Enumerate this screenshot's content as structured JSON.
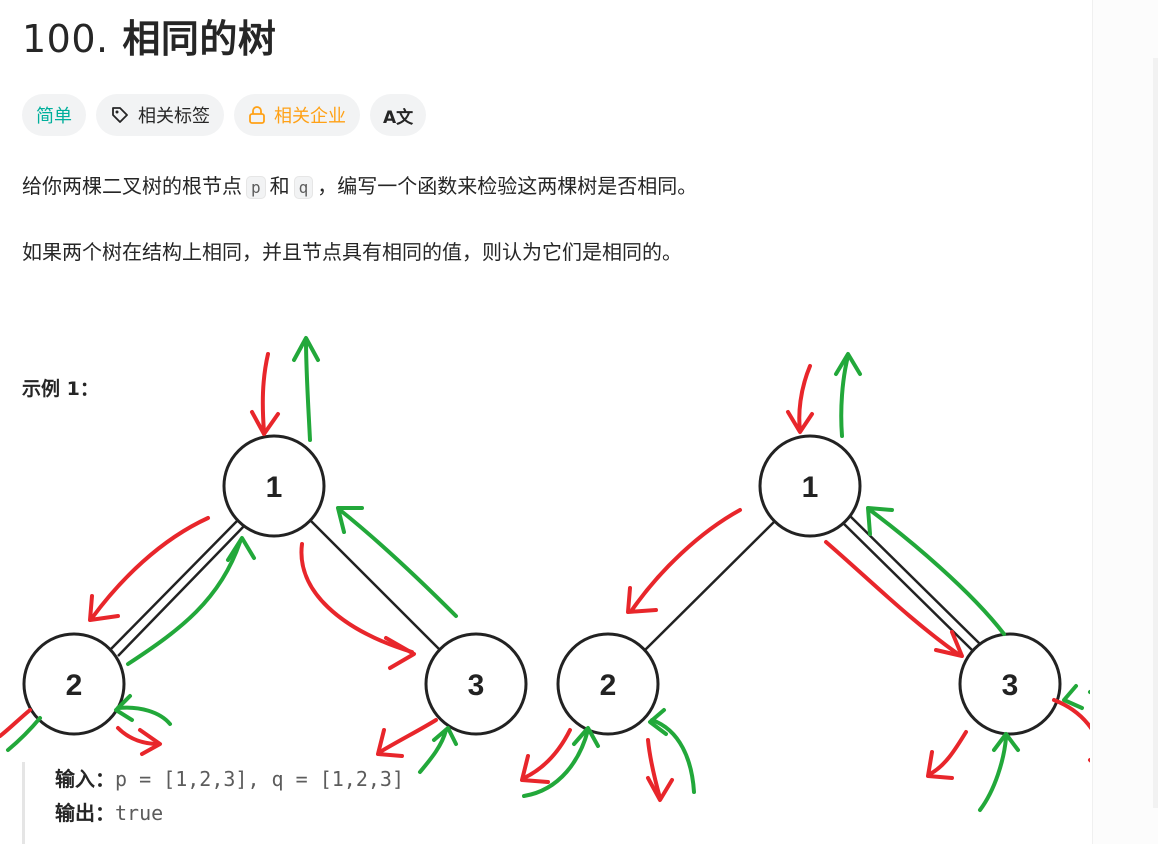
{
  "problem": {
    "number": "100.",
    "title": "相同的树"
  },
  "tags": {
    "difficulty": "简单",
    "related_topics": "相关标签",
    "related_companies": "相关企业",
    "translate": "A文"
  },
  "description": {
    "p1_part1": "给你两棵二叉树的根节点",
    "p1_code1": "p",
    "p1_part2": "和",
    "p1_code2": "q",
    "p1_part3": "，编写一个函数来检验这两棵树是否相同。",
    "p2": "如果两个树在结构上相同，并且节点具有相同的值，则认为它们是相同的。"
  },
  "example": {
    "title": "示例 1：",
    "input_label": "输入：",
    "input_value": "p = [1,2,3], q = [1,2,3]",
    "output_label": "输出：",
    "output_value": "true"
  },
  "trees": [
    {
      "root": "1",
      "left": "2",
      "right": "3"
    },
    {
      "root": "1",
      "left": "2",
      "right": "3"
    }
  ],
  "colors": {
    "easy": "#00af9b",
    "company": "#ffa116",
    "red_arrow": "#e8262b",
    "green_arrow": "#22a83a"
  },
  "icons": {
    "tag": "tag-icon",
    "lock": "lock-icon"
  }
}
